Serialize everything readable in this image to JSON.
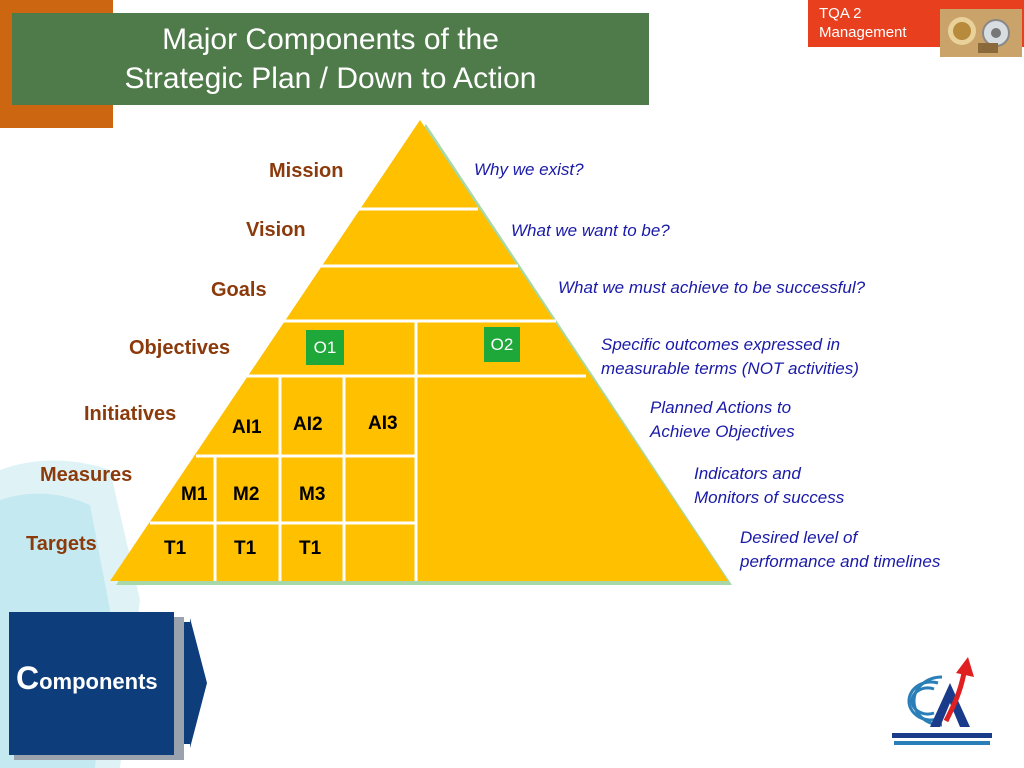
{
  "title": {
    "line1": "Major Components of the",
    "line2": "Strategic Plan / Down to Action"
  },
  "corner_badge": {
    "line1": "TQA 2",
    "line2": "Management"
  },
  "levels": [
    {
      "label": "Mission",
      "description": [
        "Why we exist?"
      ]
    },
    {
      "label": "Vision",
      "description": [
        "What we want to be?"
      ]
    },
    {
      "label": "Goals",
      "description": [
        "What we must achieve to be successful?"
      ]
    },
    {
      "label": "Objectives",
      "description": [
        "Specific outcomes expressed in",
        "measurable terms (NOT activities)"
      ]
    },
    {
      "label": "Initiatives",
      "description": [
        "Planned Actions to",
        "Achieve Objectives"
      ]
    },
    {
      "label": "Measures",
      "description": [
        "Indicators and",
        "Monitors of success"
      ]
    },
    {
      "label": "Targets",
      "description": [
        "Desired level of",
        "performance and timelines"
      ]
    }
  ],
  "pyramid_cells": {
    "objectives": [
      "O1",
      "O2"
    ],
    "initiatives": [
      "AI1",
      "AI2",
      "AI3"
    ],
    "measures": [
      "M1",
      "M2",
      "M3"
    ],
    "targets": [
      "T1",
      "T1",
      "T1"
    ]
  },
  "components_panel": {
    "initial": "C",
    "rest": "omponents"
  },
  "colors": {
    "pyramid_fill": "#ffc000",
    "title_bg": "#4f7a4a",
    "orange_block": "#cc6611",
    "level_label": "#8b3a0b",
    "description_text": "#1a1aa8",
    "objective_box": "#1ea83a",
    "components_bg": "#0d3d7a"
  }
}
